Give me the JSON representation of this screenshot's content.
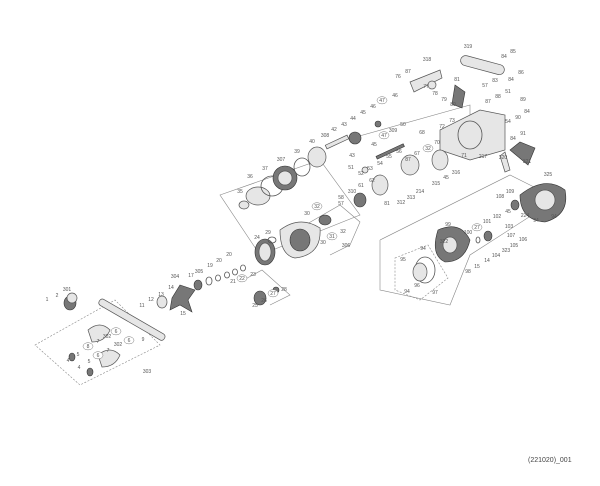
{
  "diagram": {
    "title": "Exploded parts diagram",
    "footer_code": "(221020)_001",
    "labels": [
      {
        "text": "46"
      },
      {
        "text": "45"
      },
      {
        "text": "46"
      },
      {
        "text": "47",
        "circled": true
      },
      {
        "text": "47",
        "circled": true
      },
      {
        "text": "309"
      },
      {
        "text": "44"
      },
      {
        "text": "43"
      },
      {
        "text": "42"
      },
      {
        "text": "308"
      },
      {
        "text": "40"
      },
      {
        "text": "39"
      },
      {
        "text": "307"
      },
      {
        "text": "37"
      },
      {
        "text": "36"
      },
      {
        "text": "35"
      },
      {
        "text": "43"
      },
      {
        "text": "45"
      },
      {
        "text": "51"
      },
      {
        "text": "52"
      },
      {
        "text": "53"
      },
      {
        "text": "54"
      },
      {
        "text": "55"
      },
      {
        "text": "62"
      },
      {
        "text": "61"
      },
      {
        "text": "310"
      },
      {
        "text": "58"
      },
      {
        "text": "57"
      },
      {
        "text": "32",
        "circled": true
      },
      {
        "text": "319"
      },
      {
        "text": "85"
      },
      {
        "text": "84"
      },
      {
        "text": "86"
      },
      {
        "text": "84"
      },
      {
        "text": "83"
      },
      {
        "text": "57"
      },
      {
        "text": "318"
      },
      {
        "text": "87"
      },
      {
        "text": "76"
      },
      {
        "text": "77"
      },
      {
        "text": "81"
      },
      {
        "text": "78"
      },
      {
        "text": "79"
      },
      {
        "text": "80"
      },
      {
        "text": "51"
      },
      {
        "text": "88"
      },
      {
        "text": "87"
      },
      {
        "text": "89"
      },
      {
        "text": "84"
      },
      {
        "text": "90"
      },
      {
        "text": "54"
      },
      {
        "text": "73"
      },
      {
        "text": "72"
      },
      {
        "text": "91"
      },
      {
        "text": "84"
      },
      {
        "text": "68"
      },
      {
        "text": "50"
      },
      {
        "text": "56"
      },
      {
        "text": "70"
      },
      {
        "text": "71"
      },
      {
        "text": "217"
      },
      {
        "text": "320"
      },
      {
        "text": "321"
      },
      {
        "text": "67"
      },
      {
        "text": "32",
        "circled": true
      },
      {
        "text": "87"
      },
      {
        "text": "316"
      },
      {
        "text": "45"
      },
      {
        "text": "315"
      },
      {
        "text": "214"
      },
      {
        "text": "313"
      },
      {
        "text": "312"
      },
      {
        "text": "81"
      },
      {
        "text": "325"
      },
      {
        "text": "109"
      },
      {
        "text": "108"
      },
      {
        "text": "45"
      },
      {
        "text": "224"
      },
      {
        "text": "94"
      },
      {
        "text": "94"
      },
      {
        "text": "99"
      },
      {
        "text": "102"
      },
      {
        "text": "101"
      },
      {
        "text": "27",
        "circled": true
      },
      {
        "text": "103"
      },
      {
        "text": "100"
      },
      {
        "text": "107"
      },
      {
        "text": "106"
      },
      {
        "text": "322"
      },
      {
        "text": "105"
      },
      {
        "text": "323"
      },
      {
        "text": "104"
      },
      {
        "text": "14"
      },
      {
        "text": "15"
      },
      {
        "text": "98"
      },
      {
        "text": "94"
      },
      {
        "text": "95"
      },
      {
        "text": "96"
      },
      {
        "text": "94"
      },
      {
        "text": "97"
      },
      {
        "text": "30"
      },
      {
        "text": "31",
        "circled": true
      },
      {
        "text": "32"
      },
      {
        "text": "30"
      },
      {
        "text": "306"
      },
      {
        "text": "29"
      },
      {
        "text": "24"
      },
      {
        "text": "28"
      },
      {
        "text": "27",
        "circled": true
      },
      {
        "text": "26"
      },
      {
        "text": "25"
      },
      {
        "text": "23"
      },
      {
        "text": "22",
        "circled": true
      },
      {
        "text": "21"
      },
      {
        "text": "20"
      },
      {
        "text": "20"
      },
      {
        "text": "19"
      },
      {
        "text": "305"
      },
      {
        "text": "17"
      },
      {
        "text": "304"
      },
      {
        "text": "13"
      },
      {
        "text": "14"
      },
      {
        "text": "12"
      },
      {
        "text": "11"
      },
      {
        "text": "15"
      },
      {
        "text": "301"
      },
      {
        "text": "2"
      },
      {
        "text": "1"
      },
      {
        "text": "6",
        "circled": true
      },
      {
        "text": "302"
      },
      {
        "text": "7"
      },
      {
        "text": "8",
        "circled": true
      },
      {
        "text": "5"
      },
      {
        "text": "4"
      },
      {
        "text": "6",
        "circled": true
      },
      {
        "text": "9"
      },
      {
        "text": "302"
      },
      {
        "text": "7"
      },
      {
        "text": "6",
        "circled": true
      },
      {
        "text": "5"
      },
      {
        "text": "4"
      },
      {
        "text": "303"
      }
    ]
  }
}
